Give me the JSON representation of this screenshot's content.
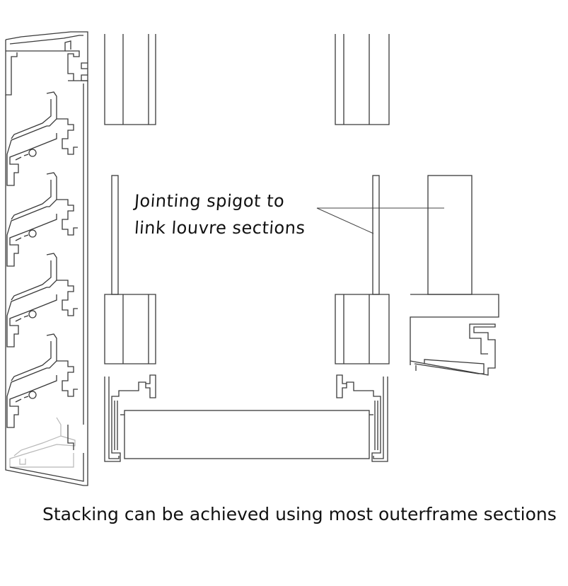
{
  "callout": {
    "line1": "Jointing spigot to",
    "line2": "link louvre sections"
  },
  "caption": "Stacking can be achieved using most outerframe sections"
}
